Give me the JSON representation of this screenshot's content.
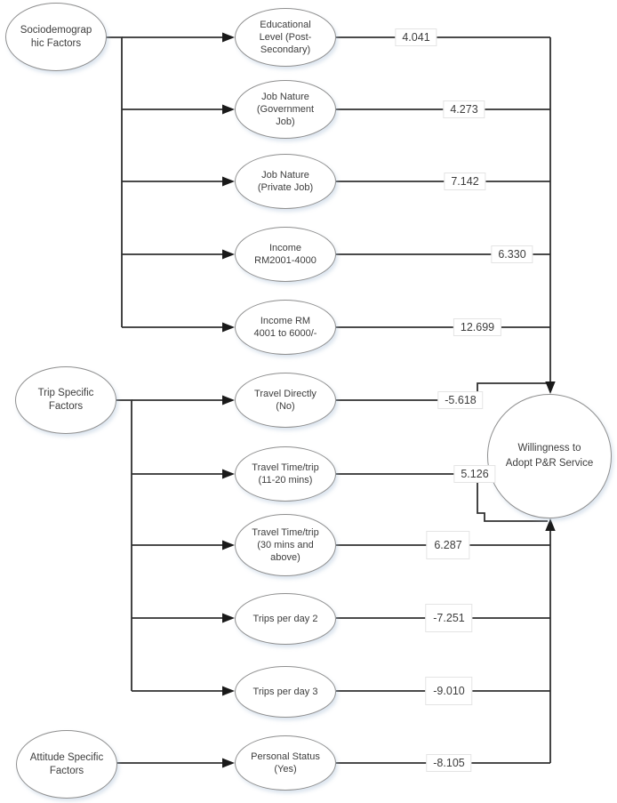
{
  "factors": [
    {
      "label": "Sociodemograp\nhic Factors"
    },
    {
      "label": "Trip Specific\nFactors"
    },
    {
      "label": "Attitude Specific\nFactors"
    }
  ],
  "variables": [
    {
      "label": "Educational\nLevel (Post-\nSecondary)",
      "coef": "4.041"
    },
    {
      "label": "Job Nature\n(Government\nJob)",
      "coef": "4.273"
    },
    {
      "label": "Job Nature\n(Private Job)",
      "coef": "7.142"
    },
    {
      "label": "Income\nRM2001-4000",
      "coef": "6.330"
    },
    {
      "label": "Income RM\n4001 to 6000/-",
      "coef": "12.699"
    },
    {
      "label": "Travel Directly\n(No)",
      "coef": "-5.618"
    },
    {
      "label": "Travel Time/trip\n(11-20 mins)",
      "coef": "5.126"
    },
    {
      "label": "Travel Time/trip\n(30 mins and\nabove)",
      "coef": "6.287"
    },
    {
      "label": "Trips per day 2",
      "coef": "-7.251"
    },
    {
      "label": "Trips per day 3",
      "coef": "-9.010"
    },
    {
      "label": "Personal Status\n(Yes)",
      "coef": "-8.105"
    }
  ],
  "outcome": {
    "label": "Willingness to\nAdopt P&R Service"
  },
  "colors": {
    "connector": "#303030",
    "arrowhead": "#1a1a1a",
    "node_border": "#8f8f8f",
    "text": "#3d3d3d"
  }
}
